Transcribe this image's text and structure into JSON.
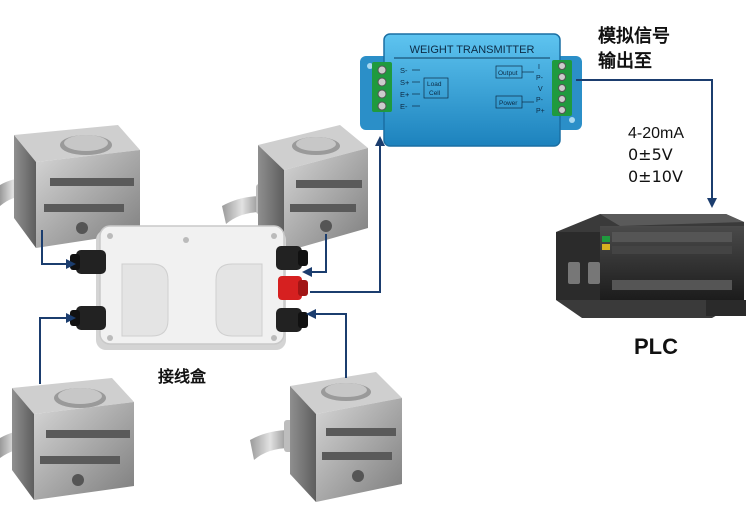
{
  "transmitter": {
    "title": "WEIGHT TRANSMITTER",
    "left_terminals": [
      "S-",
      "S+",
      "E+",
      "E-"
    ],
    "left_group_label_1": "Load",
    "left_group_label_2": "Cell",
    "right_terminals": [
      "I",
      "P-",
      "V",
      "P-",
      "P+"
    ],
    "output_label": "Output",
    "power_label": "Power"
  },
  "signal_output": {
    "title_line1": "模拟信号",
    "title_line2": "输出至",
    "specs": [
      "4-20mA",
      "0±5V",
      "0±10V"
    ]
  },
  "junction_box": {
    "label": "接线盒"
  },
  "plc": {
    "label": "PLC"
  },
  "colors": {
    "transmitter_blue": "#2a9fd6",
    "terminal_green": "#1f9a3e",
    "arrow": "#1b3d6e",
    "plc_body": "#2b2b2b",
    "load_cell_metal": "#a8a8a8",
    "box_white": "#ececec",
    "gland_red": "#d62020"
  }
}
